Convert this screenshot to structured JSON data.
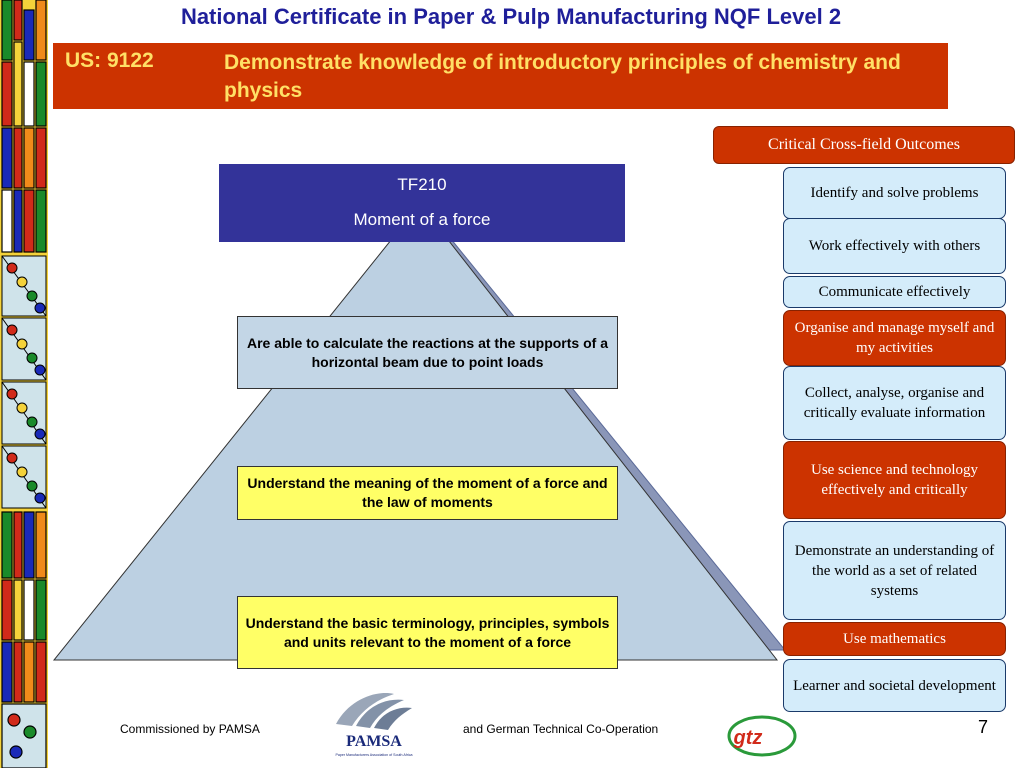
{
  "header": {
    "title": "National Certificate in Paper & Pulp Manufacturing NQF Level 2"
  },
  "unit": {
    "code": "US: 9122",
    "description": "Demonstrate knowledge of introductory principles of chemistry and physics"
  },
  "topic": {
    "code": "TF210",
    "name": "Moment of a force"
  },
  "outcomes": [
    "Are able to calculate the reactions at the supports of a horizontal beam due to point loads",
    "Understand the meaning of the moment of a force and the law of moments",
    "Understand the basic terminology, principles, symbols and units relevant to the moment of a force"
  ],
  "ccfo": {
    "heading": "Critical Cross-field Outcomes",
    "items": [
      {
        "label": "Identify and solve problems",
        "highlight": false
      },
      {
        "label": "Work effectively with others",
        "highlight": false
      },
      {
        "label": "Communicate effectively",
        "highlight": false
      },
      {
        "label": "Organise and manage myself and my activities",
        "highlight": true
      },
      {
        "label": "Collect, analyse, organise and critically evaluate information",
        "highlight": false
      },
      {
        "label": "Use science and technology effectively and critically",
        "highlight": true
      },
      {
        "label": "Demonstrate an understanding of the world as a set of related systems",
        "highlight": false
      },
      {
        "label": "Use mathematics",
        "highlight": true
      },
      {
        "label": "Learner and societal development",
        "highlight": false
      }
    ]
  },
  "footer": {
    "commissioned": "Commissioned by PAMSA",
    "cooperation": "and German Technical Co-Operation",
    "page_number": "7"
  },
  "logos": {
    "pamsa_name": "PAMSA",
    "pamsa_subtitle": "Paper Manufacturers Association of South Africa",
    "gtz": "gtz"
  },
  "colors": {
    "title": "#1f1f9a",
    "unit_bar": "#cc3300",
    "unit_text": "#ffe066",
    "topic_box": "#333399",
    "pyramid": "#bcd0e2",
    "highlight": "#cc3300",
    "outcome_yellow": "#ffff66"
  }
}
